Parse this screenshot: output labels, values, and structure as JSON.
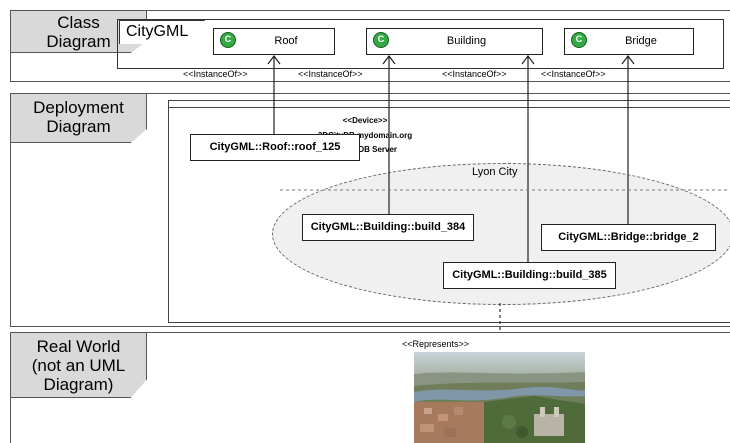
{
  "sections": {
    "class_diagram": [
      "Class",
      "Diagram"
    ],
    "deployment_diagram": [
      "Deployment",
      "Diagram"
    ],
    "real_world": [
      "Real World",
      "(not an UML",
      "Diagram)"
    ]
  },
  "package": {
    "name": "CityGML"
  },
  "classes": [
    {
      "icon": "C",
      "name": "Roof"
    },
    {
      "icon": "C",
      "name": "Building"
    },
    {
      "icon": "C",
      "name": "Bridge"
    }
  ],
  "instance_of_labels": [
    "<<InstanceOf>>",
    "<<InstanceOf>>",
    "<<InstanceOf>>",
    "<<InstanceOf>>"
  ],
  "device": {
    "stereotype": "<<Device>>",
    "host": "3DCityDB.mydomain.org",
    "name": "3DCityDB Server"
  },
  "node": {
    "name": "Lyon City"
  },
  "objects": {
    "roof": "CityGML::Roof::roof_125",
    "building_384": "CityGML::Building::build_384",
    "bridge": "CityGML::Bridge::bridge_2",
    "building_385": "CityGML::Building::build_385"
  },
  "represents_label": "<<Represents>>",
  "colors": {
    "label_fill": "#d9d9d9",
    "class_icon": "#33aa44",
    "node_fill": "#f0f0f0"
  }
}
